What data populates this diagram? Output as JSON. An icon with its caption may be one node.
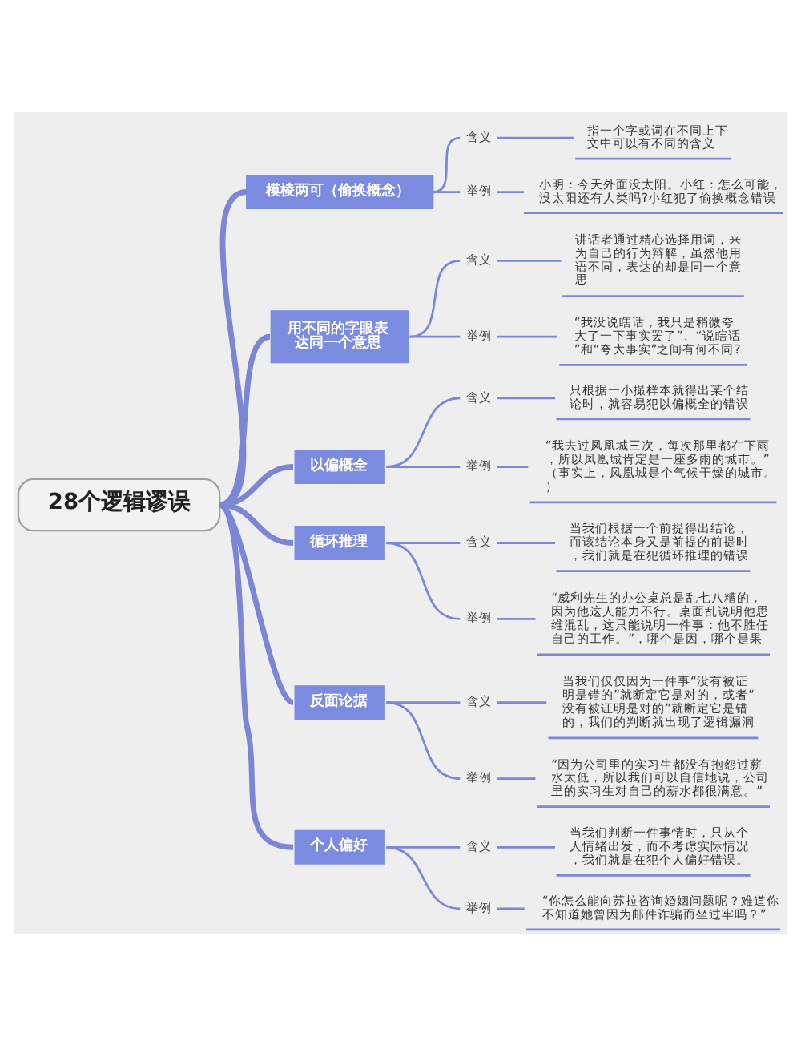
{
  "diagram": {
    "nodes": [
      {
        "text": [
          "28个逻辑谬误"
        ]
      },
      {
        "text": [
          "模棱两可（偷换概念）"
        ]
      },
      {
        "text": [
          "含义"
        ]
      },
      {
        "text": [
          "指一个字或词在不同上下文中可以有不同的含义"
        ]
      },
      {
        "text": [
          "举例"
        ]
      },
      {
        "text": [
          "小明：今天外面没太阳。小红：怎么可能，没太阳还有人类吗?小红犯了偷换概念错误"
        ]
      },
      {
        "text": [
          "用不同的字眼表达同一个意思"
        ]
      },
      {
        "text": [
          "含义"
        ]
      },
      {
        "text": [
          "讲话者通过精心选择用词，来为自己的行为辩解，虽然他用语不同，表达的却是同一个意思"
        ]
      },
      {
        "text": [
          "举例"
        ]
      },
      {
        "text": [
          "“我没说瞎话，我只是稍微夸大了一下事实罢了”、“说瞎话”和“夸大事实”之间有何不同?"
        ]
      },
      {
        "text": [
          "以偏概全"
        ]
      },
      {
        "text": [
          "含义"
        ]
      },
      {
        "text": [
          "只根据一小撮样本就得出某个结论时，就容易犯以偏概全的错误"
        ]
      },
      {
        "text": [
          "举例"
        ]
      },
      {
        "text": [
          "“我去过凤凰城三次，每次那里都在下雨，所以凤凰城肯定是一座多雨的城市。”（事实上，凤凰城是个气候干燥的城市。）"
        ]
      },
      {
        "text": [
          "循环推理"
        ]
      },
      {
        "text": [
          "含义"
        ]
      },
      {
        "text": [
          "当我们根据一个前提得出结论，而该结论本身又是前提的前提时，我们就是在犯循环推理的错误"
        ]
      },
      {
        "text": [
          "举例"
        ]
      },
      {
        "text": [
          "“威利先生的办公桌总是乱七八糟的，因为他这人能力不行。桌面乱说明他思维混乱，这只能说明一件事：他不胜任自己的工作。”，哪个是因，哪个是果"
        ]
      },
      {
        "text": [
          "反面论据"
        ]
      },
      {
        "text": [
          "含义"
        ]
      },
      {
        "text": [
          "当我们仅仅因为一件事“没有被证明是错的”就断定它是对的，或者“没有被证明是对的”就断定它是错的，我们的判断就出现了逻辑漏洞"
        ]
      },
      {
        "text": [
          "举例"
        ]
      },
      {
        "text": [
          "“因为公司里的实习生都没有抱怨过薪水太低，所以我们可以自信地说，公司里的实习生对自己的薪水都很满意。”"
        ]
      },
      {
        "text": [
          "个人偏好"
        ]
      },
      {
        "text": [
          "含义"
        ]
      },
      {
        "text": [
          "当我们判断一件事情时，只从个人情绪出发，而不考虑实际情况，我们就是在犯个人偏好错误。"
        ]
      },
      {
        "text": [
          "举例"
        ]
      },
      {
        "text": [
          "“你怎么能向苏拉咨询婚姻问题呢？难道你不知道她曾因为邮件诈骗而坐过牢吗？”"
        ]
      }
    ],
    "edges": [
      {
        "from": 0,
        "to": 1,
        "arrow": "none",
        "style": "thick"
      },
      {
        "from": 1,
        "to": 2,
        "arrow": "none"
      },
      {
        "from": 2,
        "to": 3,
        "arrow": "none"
      },
      {
        "from": 1,
        "to": 4,
        "arrow": "none"
      },
      {
        "from": 4,
        "to": 5,
        "arrow": "none"
      },
      {
        "from": 0,
        "to": 6,
        "arrow": "none",
        "style": "thick"
      },
      {
        "from": 6,
        "to": 7,
        "arrow": "none"
      },
      {
        "from": 7,
        "to": 8,
        "arrow": "none"
      },
      {
        "from": 6,
        "to": 9,
        "arrow": "none"
      },
      {
        "from": 9,
        "to": 10,
        "arrow": "none"
      },
      {
        "from": 0,
        "to": 11,
        "arrow": "none",
        "style": "thick"
      },
      {
        "from": 11,
        "to": 12,
        "arrow": "none"
      },
      {
        "from": 12,
        "to": 13,
        "arrow": "none"
      },
      {
        "from": 11,
        "to": 14,
        "arrow": "none"
      },
      {
        "from": 14,
        "to": 15,
        "arrow": "none"
      },
      {
        "from": 0,
        "to": 16,
        "arrow": "none",
        "style": "thick"
      },
      {
        "from": 16,
        "to": 17,
        "arrow": "none"
      },
      {
        "from": 17,
        "to": 18,
        "arrow": "none"
      },
      {
        "from": 16,
        "to": 19,
        "arrow": "none"
      },
      {
        "from": 19,
        "to": 20,
        "arrow": "none"
      },
      {
        "from": 0,
        "to": 21,
        "arrow": "none",
        "style": "thick"
      },
      {
        "from": 21,
        "to": 22,
        "arrow": "none"
      },
      {
        "from": 22,
        "to": 23,
        "arrow": "none"
      },
      {
        "from": 21,
        "to": 24,
        "arrow": "none"
      },
      {
        "from": 24,
        "to": 25,
        "arrow": "none"
      },
      {
        "from": 0,
        "to": 26,
        "arrow": "none",
        "style": "thick"
      },
      {
        "from": 26,
        "to": 27,
        "arrow": "none"
      },
      {
        "from": 27,
        "to": 28,
        "arrow": "none"
      },
      {
        "from": 26,
        "to": 29,
        "arrow": "none"
      },
      {
        "from": 29,
        "to": 30,
        "arrow": "none"
      }
    ]
  }
}
